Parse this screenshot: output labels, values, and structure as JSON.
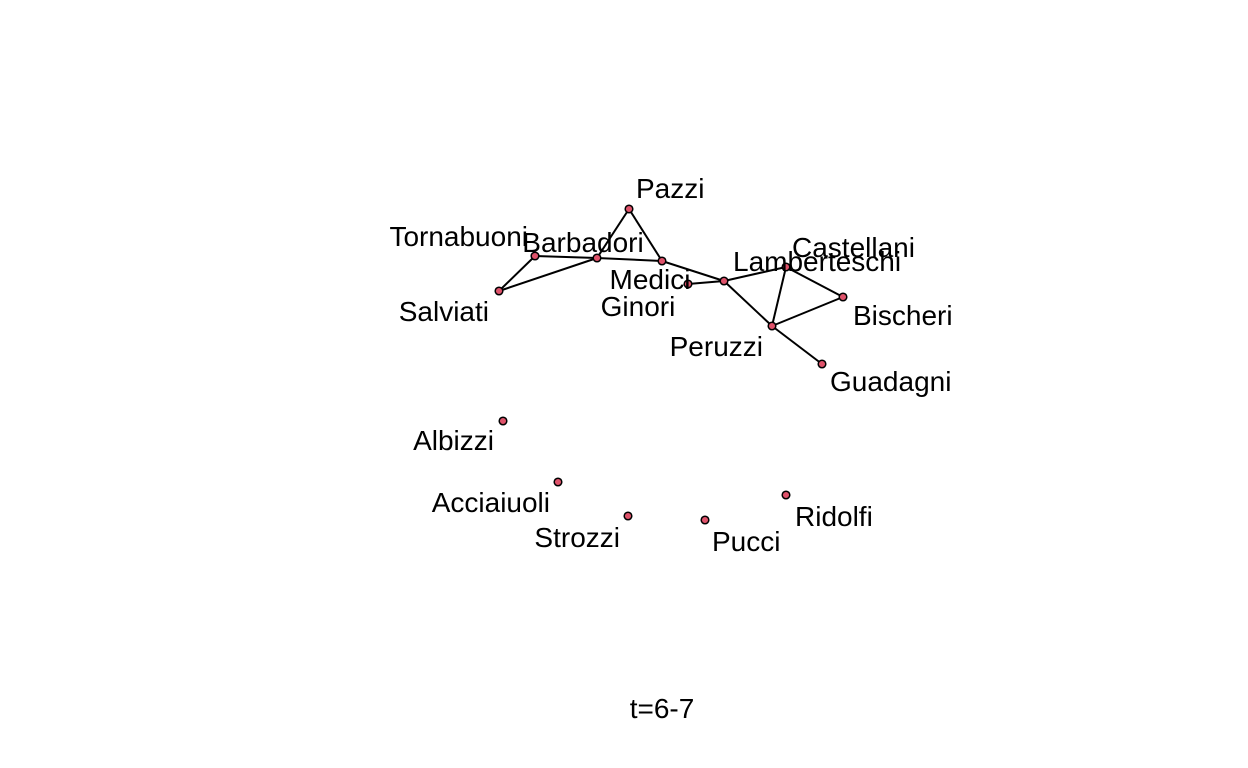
{
  "caption": "t=6-7",
  "style": {
    "node_fill": "#DF536B",
    "node_stroke": "#000000",
    "edge_color": "#000000"
  },
  "nodes": [
    {
      "id": "pazzi",
      "label": "Pazzi"
    },
    {
      "id": "tornabuoni",
      "label": "Tornabuoni"
    },
    {
      "id": "barbadori",
      "label": "Barbadori"
    },
    {
      "id": "medici",
      "label": "Medici"
    },
    {
      "id": "ginori",
      "label": "Ginori"
    },
    {
      "id": "salviati",
      "label": "Salviati"
    },
    {
      "id": "lamberteschi",
      "label": "Lamberteschi"
    },
    {
      "id": "castellani",
      "label": "Castellani"
    },
    {
      "id": "bischeri",
      "label": "Bischeri"
    },
    {
      "id": "peruzzi",
      "label": "Peruzzi"
    },
    {
      "id": "guadagni",
      "label": "Guadagni"
    },
    {
      "id": "albizzi",
      "label": "Albizzi"
    },
    {
      "id": "acciaiuoli",
      "label": "Acciaiuoli"
    },
    {
      "id": "strozzi",
      "label": "Strozzi"
    },
    {
      "id": "pucci",
      "label": "Pucci"
    },
    {
      "id": "ridolfi",
      "label": "Ridolfi"
    }
  ],
  "edges": [
    [
      "pazzi",
      "barbadori"
    ],
    [
      "pazzi",
      "medici"
    ],
    [
      "tornabuoni",
      "barbadori"
    ],
    [
      "tornabuoni",
      "salviati"
    ],
    [
      "barbadori",
      "medici"
    ],
    [
      "barbadori",
      "salviati"
    ],
    [
      "medici",
      "lamberteschi"
    ],
    [
      "ginori",
      "lamberteschi"
    ],
    [
      "lamberteschi",
      "castellani"
    ],
    [
      "lamberteschi",
      "peruzzi"
    ],
    [
      "castellani",
      "bischeri"
    ],
    [
      "castellani",
      "peruzzi"
    ],
    [
      "bischeri",
      "peruzzi"
    ],
    [
      "peruzzi",
      "guadagni"
    ]
  ]
}
